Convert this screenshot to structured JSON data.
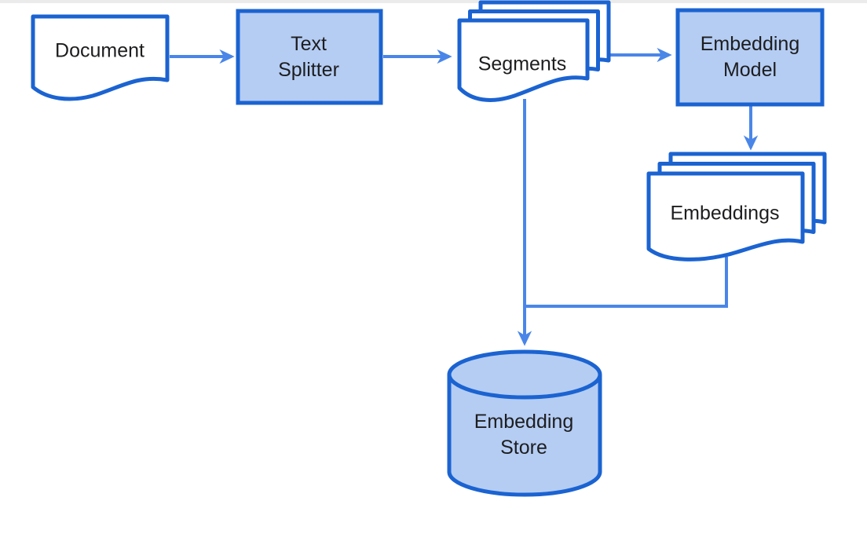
{
  "diagram": {
    "description": "Document embedding pipeline flowchart",
    "colors": {
      "background": "#ffffff",
      "top_strip": "#ebebeb",
      "shape_border": "#1b63d1",
      "connector": "#4a86e8",
      "filled_shape_fill": "#b5cdf3",
      "document_shape_fill": "#ffffff",
      "label_text": "#1d1d1f"
    },
    "nodes": [
      {
        "id": "document",
        "label": "Document",
        "shape": "document",
        "fill": "white"
      },
      {
        "id": "text-splitter",
        "label": "Text Splitter",
        "shape": "rectangle",
        "fill": "light-blue"
      },
      {
        "id": "segments",
        "label": "Segments",
        "shape": "stacked-documents",
        "fill": "white"
      },
      {
        "id": "embedding-model",
        "label": "Embedding Model",
        "shape": "rectangle",
        "fill": "light-blue"
      },
      {
        "id": "embeddings",
        "label": "Embeddings",
        "shape": "stacked-documents",
        "fill": "white"
      },
      {
        "id": "embedding-store",
        "label": "Embedding Store",
        "shape": "cylinder",
        "fill": "light-blue"
      }
    ],
    "edges": [
      {
        "from": "document",
        "to": "text-splitter",
        "style": "arrow"
      },
      {
        "from": "text-splitter",
        "to": "segments",
        "style": "arrow"
      },
      {
        "from": "segments",
        "to": "embedding-model",
        "style": "arrow"
      },
      {
        "from": "embedding-model",
        "to": "embeddings",
        "style": "arrow"
      },
      {
        "from": "segments",
        "to": "embedding-store",
        "style": "arrow"
      },
      {
        "from": "embeddings",
        "to": "embedding-store",
        "style": "elbow-line-joining-segments-arrow"
      }
    ]
  }
}
